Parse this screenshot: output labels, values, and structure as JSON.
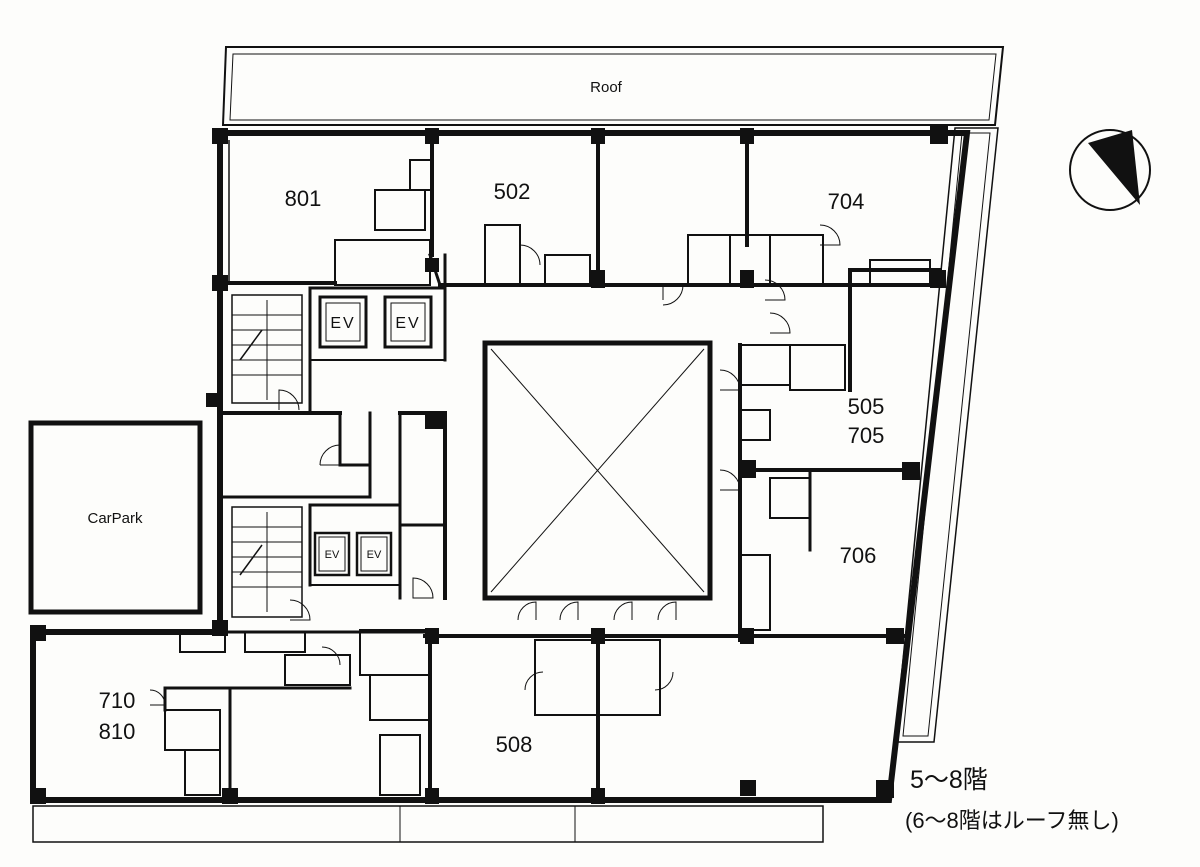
{
  "plan": {
    "roof_label": "Roof",
    "car_park_label": "CarPark",
    "elevators": {
      "upper_left": "EV",
      "upper_right": "EV",
      "lower_left": "EV",
      "lower_right": "EV"
    },
    "units": {
      "u801": "801",
      "u502": "502",
      "u704": "704",
      "u505": "505",
      "u705": "705",
      "u706": "706",
      "u710": "710",
      "u810": "810",
      "u508": "508"
    },
    "floor_label": "5～8階",
    "floor_note": "(6～8階はルーフ無し)"
  },
  "colors": {
    "ink": "#111111",
    "paper": "#fdfdfb"
  },
  "icons": {
    "compass": "north-arrow-icon",
    "atrium": "atrium-void-icon",
    "stairs": "stairs-icon"
  }
}
